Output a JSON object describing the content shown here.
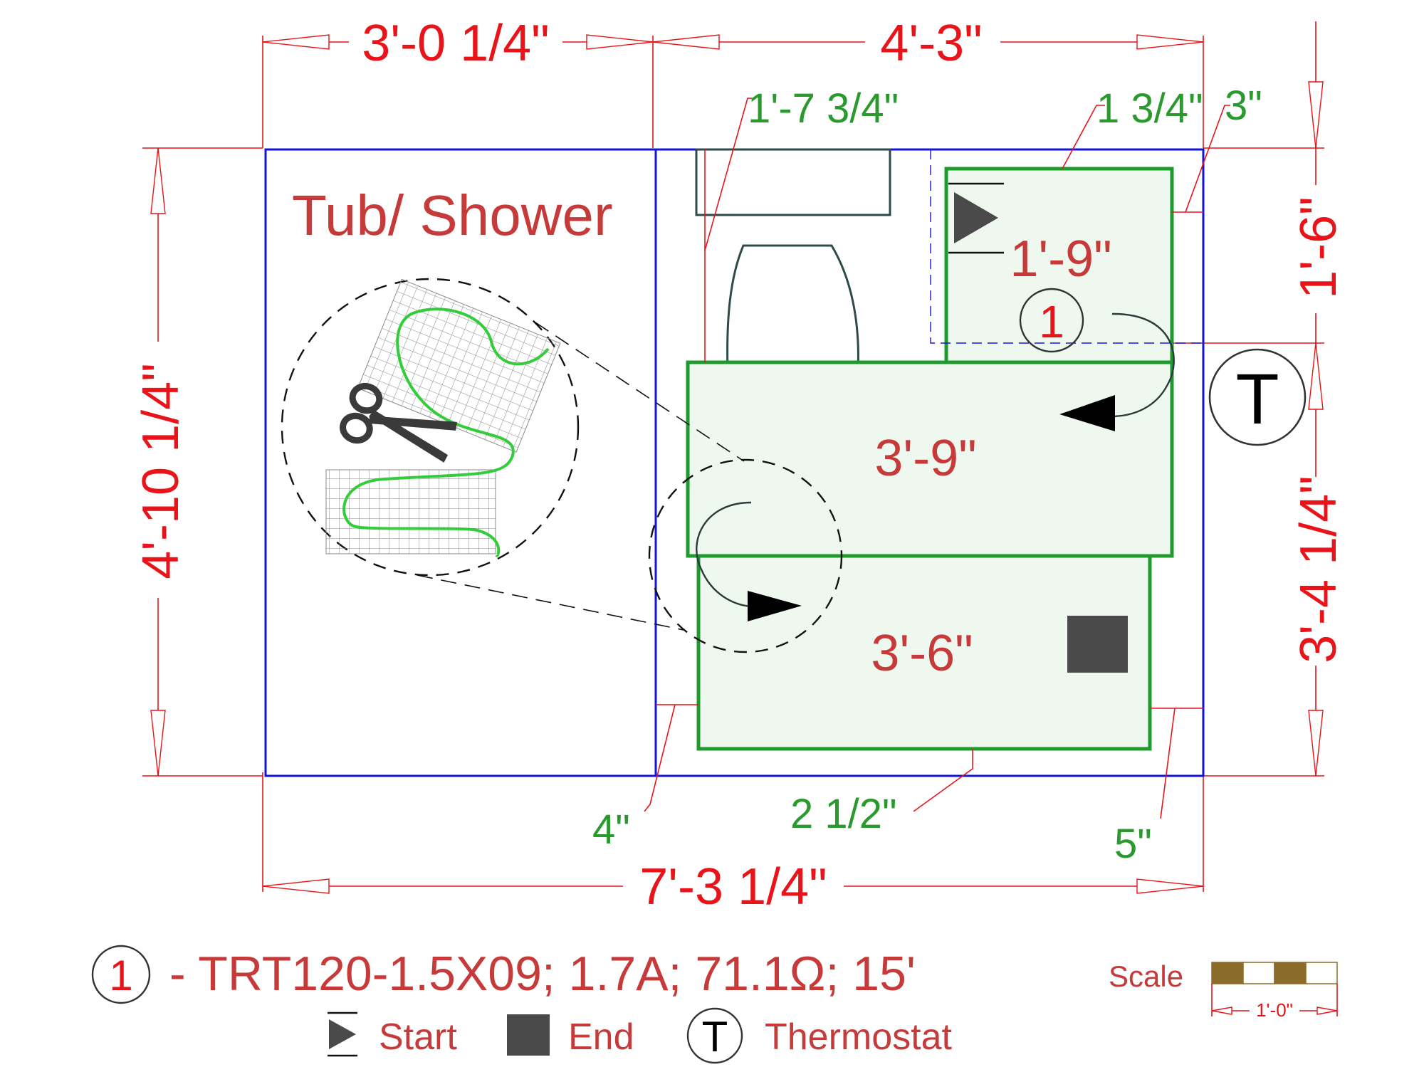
{
  "dimensions": {
    "top_left": "3'-0 1/4\"",
    "top_right": "4'-3\"",
    "bottom_total": "7'-3 1/4\"",
    "left_height": "4'-10 1/4\"",
    "right_upper": "1'-6\"",
    "right_lower": "3'-4 1/4\""
  },
  "offsets": {
    "toilet_clearance": "1'-7 3/4\"",
    "top_gap": "1 3/4\"",
    "right_gap": "3\"",
    "left_gap": "4\"",
    "bottom_gap": "2 1/2\"",
    "bottom_right_gap": "5\""
  },
  "areas": {
    "tub_shower": "Tub/ Shower",
    "mat_top": "1'-9\"",
    "mat_middle": "3'-9\"",
    "mat_bottom": "3'-6\"",
    "circuit_number": "1",
    "thermostat_symbol": "T"
  },
  "legend": {
    "circuit_number": "1",
    "spec": "- TRT120-1.5X09; 1.7A; 71.1Ω; 15'",
    "start": "Start",
    "end": "End",
    "thermostat_symbol": "T",
    "thermostat": "Thermostat"
  },
  "scale": {
    "label": "Scale",
    "length": "1'-0\""
  },
  "icons": {
    "start": "play-triangle-icon",
    "end": "filled-square-icon",
    "thermostat": "circle-t-icon",
    "cut": "scissors-icon"
  },
  "colors": {
    "dimension": "#e8141a",
    "offset": "#2a9a2e",
    "wall": "#1414d8",
    "mat_border": "#1f9a2e",
    "mat_fill": "#eef8ee",
    "label": "#c63a3a",
    "scale_bar": "#8b6b2a"
  }
}
